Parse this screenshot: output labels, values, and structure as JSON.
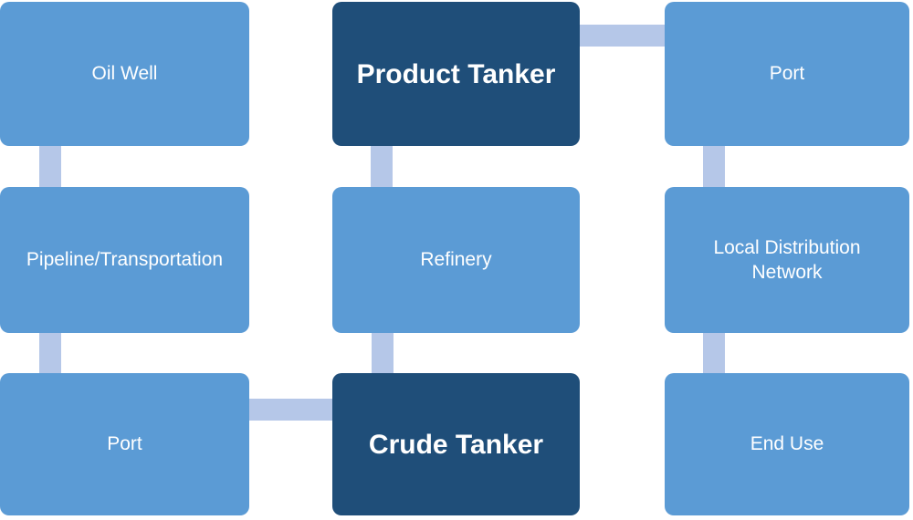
{
  "diagram": {
    "type": "flowchart",
    "subject": "Oil supply chain from well to end use",
    "colors": {
      "node_fill": "#5B9BD5",
      "node_emphasis_fill": "#1F4E79",
      "connector_fill": "#B5C7E8",
      "label_color": "#FFFFFF",
      "background": "#FFFFFF"
    },
    "nodes": [
      {
        "label": "Oil Well",
        "emphasis": false,
        "column": "left",
        "row": 1
      },
      {
        "label": "Pipeline/Transportation",
        "emphasis": false,
        "column": "left",
        "row": 2
      },
      {
        "label": "Port",
        "emphasis": false,
        "column": "left",
        "row": 3
      },
      {
        "label": "Product Tanker",
        "emphasis": true,
        "column": "middle",
        "row": 1
      },
      {
        "label": "Refinery",
        "emphasis": false,
        "column": "middle",
        "row": 2
      },
      {
        "label": "Crude Tanker",
        "emphasis": true,
        "column": "middle",
        "row": 3
      },
      {
        "label": "Port",
        "emphasis": false,
        "column": "right",
        "row": 1
      },
      {
        "label": "Local Distribution Network",
        "emphasis": false,
        "column": "right",
        "row": 2
      },
      {
        "label": "End Use",
        "emphasis": false,
        "column": "right",
        "row": 3
      }
    ],
    "connections": [
      {
        "from": "Oil Well",
        "to": "Pipeline/Transportation",
        "orientation": "vertical"
      },
      {
        "from": "Pipeline/Transportation",
        "to": "Port (left)",
        "orientation": "vertical"
      },
      {
        "from": "Port (left)",
        "to": "Crude Tanker",
        "orientation": "horizontal"
      },
      {
        "from": "Crude Tanker",
        "to": "Refinery",
        "orientation": "vertical"
      },
      {
        "from": "Refinery",
        "to": "Product Tanker",
        "orientation": "vertical"
      },
      {
        "from": "Product Tanker",
        "to": "Port (right)",
        "orientation": "horizontal"
      },
      {
        "from": "Port (right)",
        "to": "Local Distribution Network",
        "orientation": "vertical"
      },
      {
        "from": "Local Distribution Network",
        "to": "End Use",
        "orientation": "vertical"
      }
    ]
  }
}
